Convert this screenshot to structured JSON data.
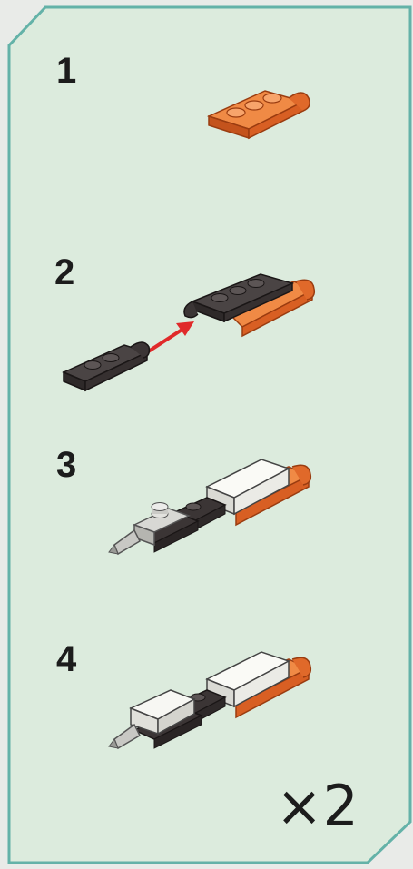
{
  "steps": [
    {
      "number": "1",
      "icon": "orange-hinge-plate-icon"
    },
    {
      "number": "2",
      "icon": "attach-dark-hinge-plate-icon"
    },
    {
      "number": "3",
      "icon": "add-tile-and-cone-icon"
    },
    {
      "number": "4",
      "icon": "add-slope-brick-icon"
    }
  ],
  "multiplier": "×2",
  "colors": {
    "panel_background": "#dcebdd",
    "panel_border": "#64b2a8",
    "orange": "#e0692a",
    "dark_gray": "#3b3535",
    "arrow_red": "#e02a2a",
    "light_gray": "#c9c9c5",
    "white": "#f4f4f0"
  }
}
